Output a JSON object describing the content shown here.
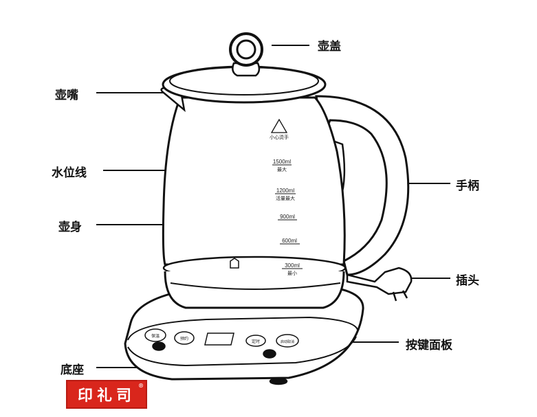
{
  "labels": {
    "lid": "壶盖",
    "spout": "壶嘴",
    "water_line": "水位线",
    "body": "壶身",
    "handle": "手柄",
    "plug": "插头",
    "control_panel": "按键面板",
    "base": "底座"
  },
  "kettle_markings": {
    "warning": "小心烫手",
    "levels": [
      {
        "volume": "1500ml",
        "note": "最大"
      },
      {
        "volume": "1200ml",
        "note": "活量最大"
      },
      {
        "volume": "900ml",
        "note": ""
      },
      {
        "volume": "600ml",
        "note": ""
      },
      {
        "volume": "300ml",
        "note": "最小"
      }
    ]
  },
  "panel_buttons": [
    "保温",
    "预约",
    "定时",
    "启动取消"
  ],
  "logo": {
    "text": "印礼司",
    "mark": "®",
    "color": "#d9261c"
  }
}
